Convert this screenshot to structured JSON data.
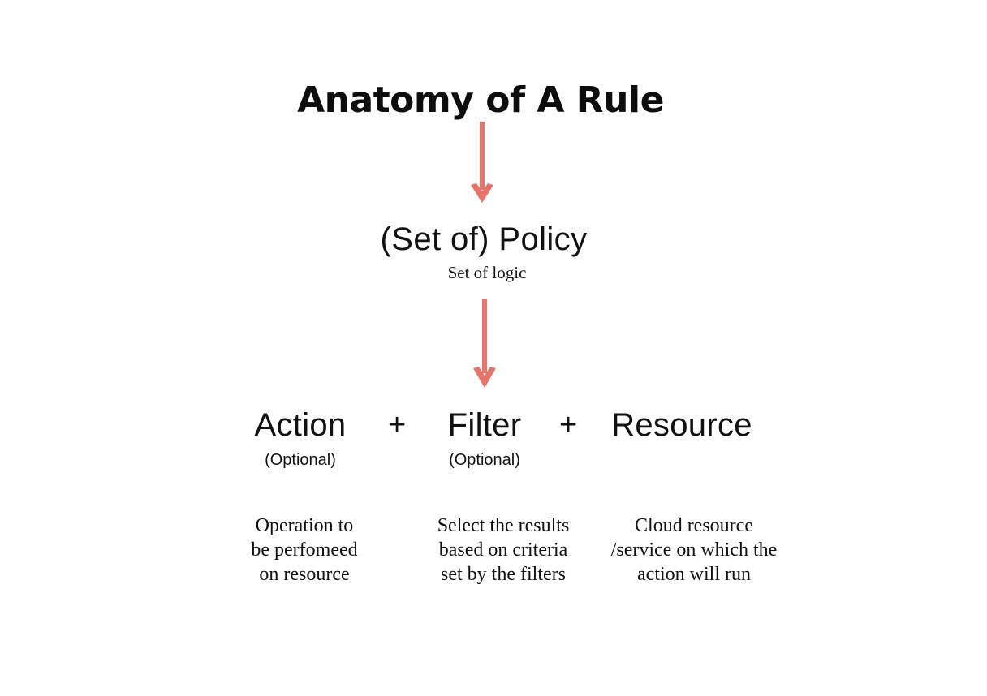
{
  "page": {
    "title": "Anatomy of A Rule",
    "background_color": "#ffffff",
    "text_color": "#111111",
    "arrow_color": "#e8736a"
  },
  "policy": {
    "label": "(Set of) Policy",
    "sublabel": "Set of logic"
  },
  "arrows": [
    {
      "name": "arrow-title-to-policy",
      "color": "#e8736a"
    },
    {
      "name": "arrow-policy-to-components",
      "color": "#e8736a"
    }
  ],
  "operators": {
    "plus_1": "+",
    "plus_2": "+"
  },
  "components": [
    {
      "name": "Action",
      "optional_label": "(Optional)",
      "description_lines": [
        "Operation to",
        "be perfomeed",
        "on resource"
      ]
    },
    {
      "name": "Filter",
      "optional_label": "(Optional)",
      "description_lines": [
        "Select the results",
        "based on criteria",
        "set by the filters"
      ]
    },
    {
      "name": "Resource",
      "optional_label": "",
      "description_lines": [
        "Cloud resource",
        "/service on which the",
        "action will run"
      ]
    }
  ]
}
